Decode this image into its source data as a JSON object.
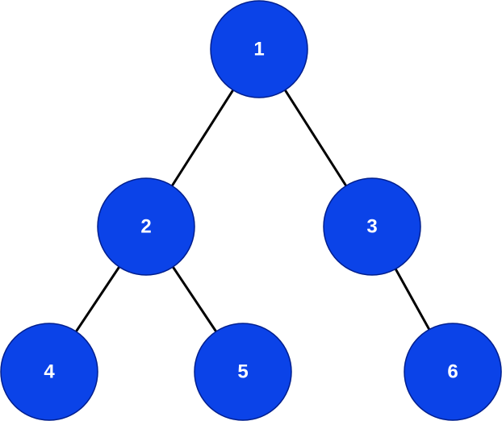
{
  "diagram": {
    "type": "binary-tree",
    "colors": {
      "node_fill": "#0b43e8",
      "node_stroke": "#001f8f",
      "label": "#ffffff",
      "edge": "#000000",
      "background": "#ffffff"
    },
    "nodes": [
      {
        "id": "n1",
        "label": "1"
      },
      {
        "id": "n2",
        "label": "2"
      },
      {
        "id": "n3",
        "label": "3"
      },
      {
        "id": "n4",
        "label": "4"
      },
      {
        "id": "n5",
        "label": "5"
      },
      {
        "id": "n6",
        "label": "6"
      }
    ],
    "edges": [
      {
        "from": "n1",
        "to": "n2"
      },
      {
        "from": "n1",
        "to": "n3"
      },
      {
        "from": "n2",
        "to": "n4"
      },
      {
        "from": "n2",
        "to": "n5"
      },
      {
        "from": "n3",
        "to": "n6"
      }
    ]
  }
}
